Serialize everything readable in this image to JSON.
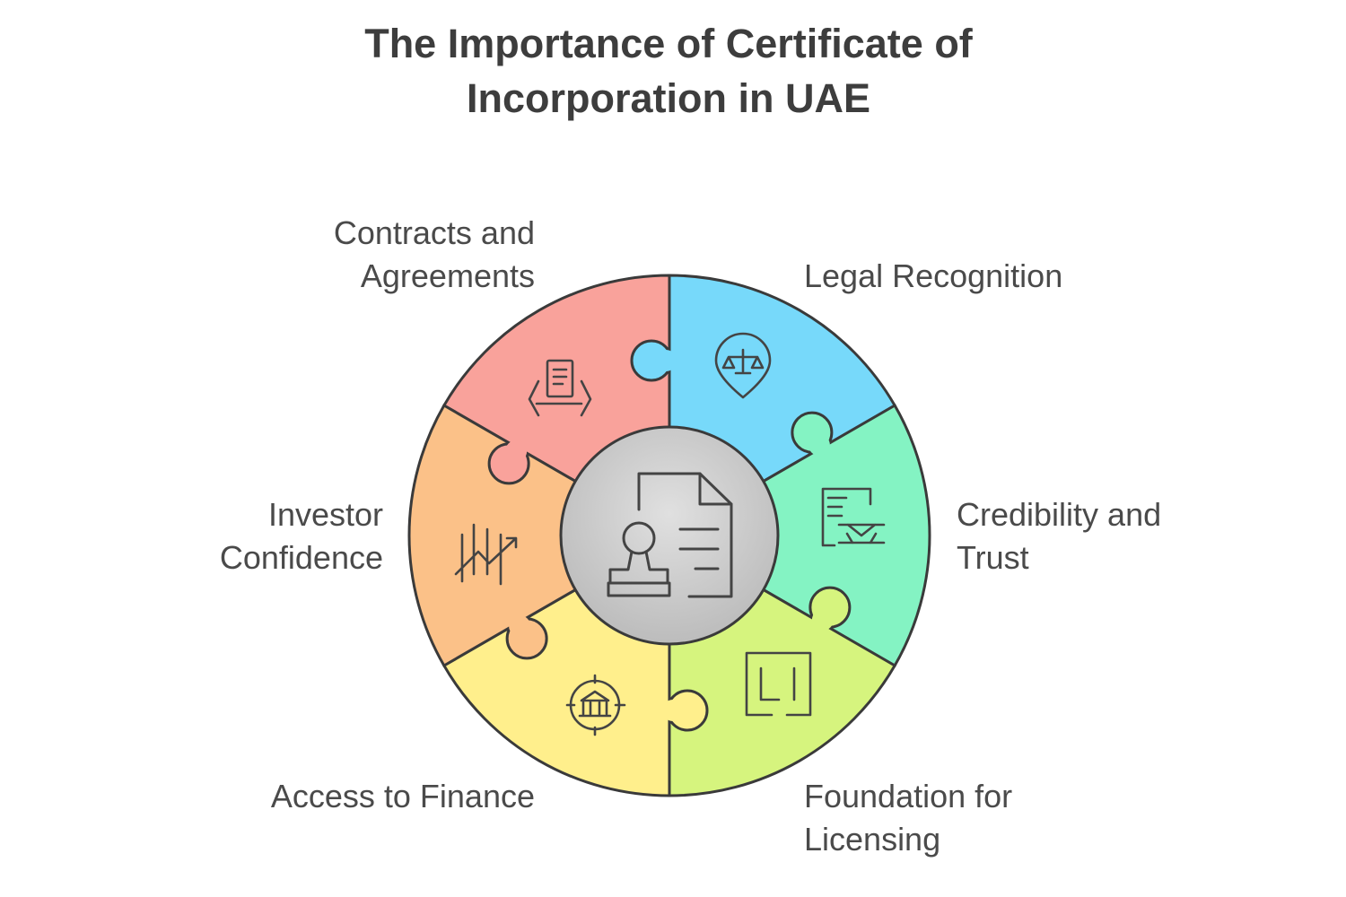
{
  "title": "The Importance of Certificate of\nIncorporation in UAE",
  "segments": [
    {
      "label": "Contracts and\nAgreements",
      "color": "#F9A29B",
      "icon": "contract-hands-icon"
    },
    {
      "label": "Legal Recognition",
      "color": "#77D9FA",
      "icon": "scales-pin-icon"
    },
    {
      "label": "Credibility and\nTrust",
      "color": "#84F3C3",
      "icon": "document-handshake-icon"
    },
    {
      "label": "Foundation for\nLicensing",
      "color": "#D6F47E",
      "icon": "frame-blocks-icon"
    },
    {
      "label": "Access to Finance",
      "color": "#FFEF8C",
      "icon": "bank-target-icon"
    },
    {
      "label": "Investor\nConfidence",
      "color": "#FBC188",
      "icon": "growth-chart-icon"
    }
  ],
  "center": {
    "icon": "certificate-stamp-icon",
    "color": "#C9C9C9"
  }
}
